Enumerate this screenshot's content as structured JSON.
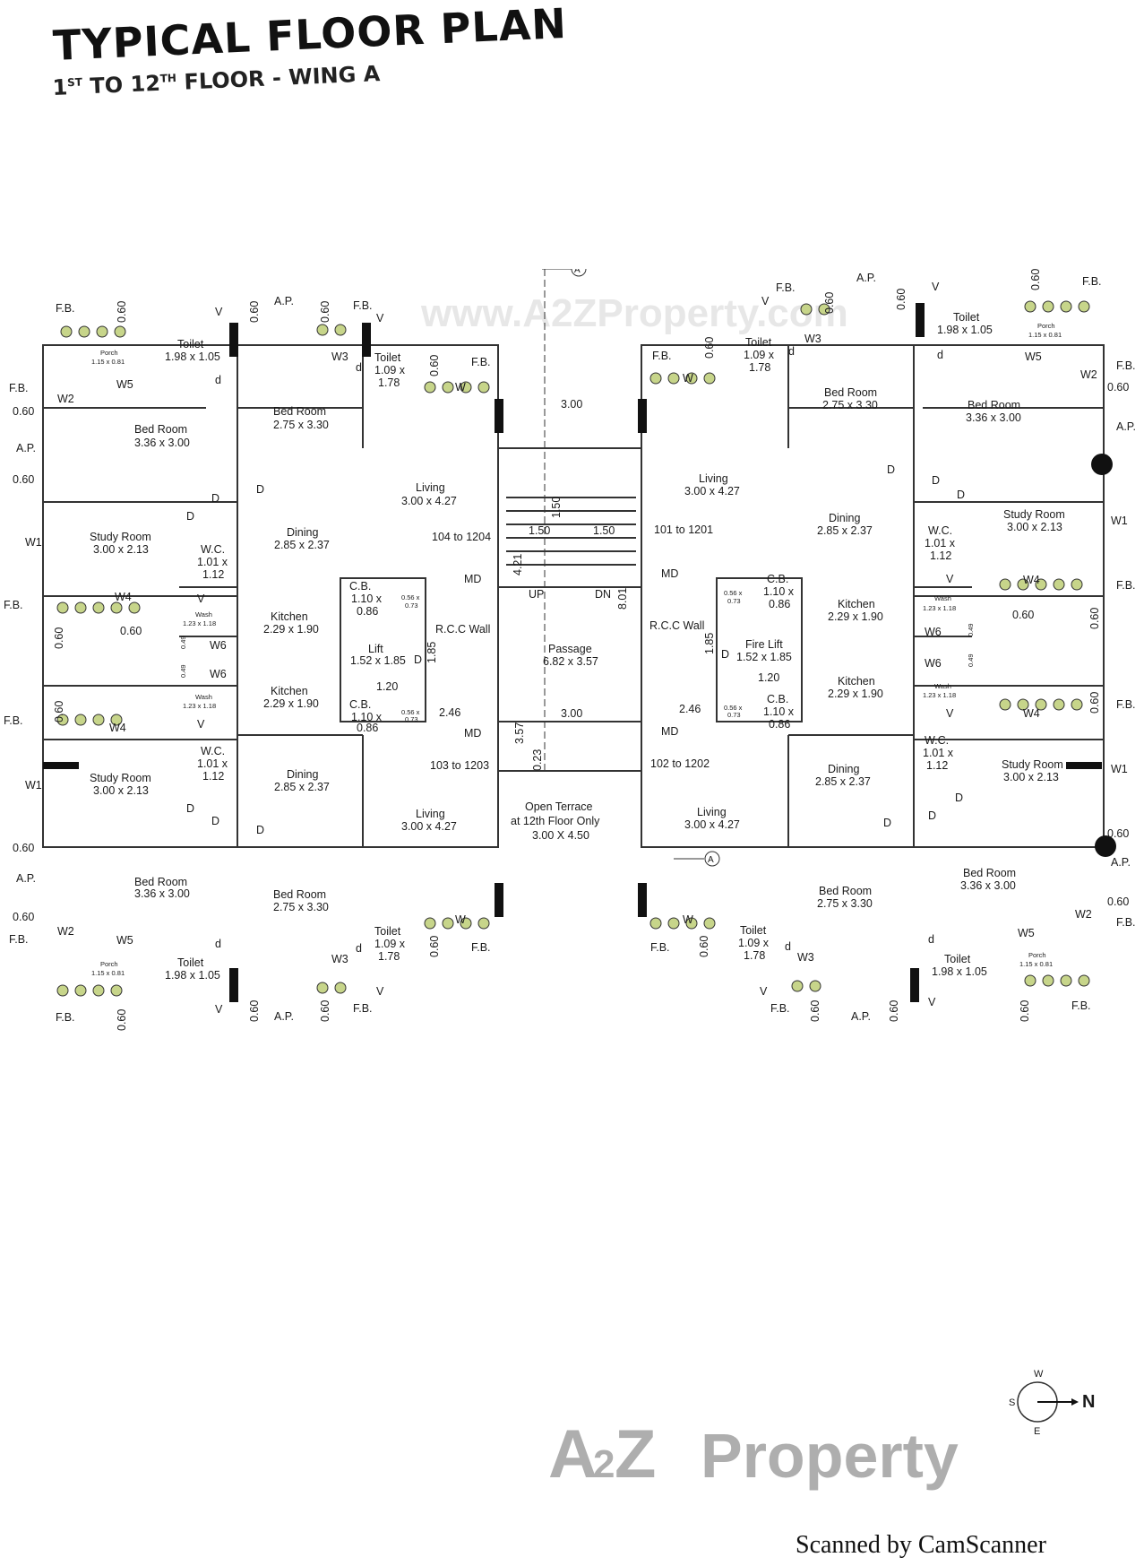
{
  "header": {
    "title": "TYPICAL FLOOR PLAN",
    "sub_prefix": "1",
    "sub_sup1": "ST",
    "sub_mid": " TO 12",
    "sub_sup2": "TH",
    "sub_rest": " FLOOR - WING A"
  },
  "watermark": "www.A2ZProperty.com",
  "logo": {
    "a": "A",
    "two": "2",
    "z": "Z",
    "property": "Property"
  },
  "footer": {
    "scanned": "Scanned by CamScanner"
  },
  "compass": {
    "w": "W",
    "s": "S",
    "e": "E",
    "n": "N"
  },
  "section_marker": "A",
  "colors": {
    "wall": "#111111",
    "line": "#333333",
    "planter": "#c7d58a",
    "logo_red": "#d9534f",
    "logo_green": "#8bc34a"
  },
  "plan": {
    "bedroom_336": "Bed Room",
    "bedroom_336_dim": "3.36 x 3.00",
    "bedroom_275": "Bed Room",
    "bedroom_275_dim": "2.75 x 3.30",
    "toilet": "Toilet",
    "toilet_198": "1.98 x 1.05",
    "toilet_109": "1.09 x",
    "toilet_178": "1.78",
    "porch": "Porch",
    "porch_dim": "1.15 x 0.81",
    "study": "Study Room",
    "study_dim": "3.00 x 2.13",
    "wc": "W.C.",
    "wc_101": "1.01 x",
    "wc_112": "1.12",
    "living": "Living",
    "living_dim": "3.00 x 4.27",
    "dining": "Dining",
    "dining_dim": "2.85 x 2.37",
    "kitchen": "Kitchen",
    "kitchen_dim": "2.29 x 1.90",
    "wash": "Wash",
    "wash_dim": "1.23 x 1.18",
    "lift": "Lift",
    "lift_dim": "1.52 x 1.85",
    "fire_lift": "Fire Lift",
    "cb": "C.B.",
    "cb_110": "1.10 x",
    "cb_086": "0.86",
    "rcc": "R.C.C Wall",
    "passage": "Passage",
    "passage_dim": "6.82 x 3.57",
    "terrace1": "Open Terrace",
    "terrace2": "at 12th Floor Only",
    "terrace3": "3.00 X 4.50",
    "unit_104": "104 to 1204",
    "unit_101": "101 to 1201",
    "unit_103": "103 to 1203",
    "unit_102": "102 to 1202",
    "up": "UP",
    "dn": "DN",
    "md": "MD",
    "fb": "F.B.",
    "ap": "A.P.",
    "v": "V",
    "d": "D",
    "dd": "d",
    "w1": "W1",
    "w2": "W2",
    "w3": "W3",
    "w4": "W4",
    "w5": "W5",
    "w6": "W6",
    "wlabel": "W",
    "d060": "0.60",
    "d300": "3.00",
    "d150": "1.50",
    "d421": "4.21",
    "d801": "8.01",
    "d357": "3.57",
    "d246": "2.46",
    "d023": "0.23",
    "d185": "1.85",
    "d120": "1.20",
    "d049": "0.49",
    "d056": "0.56 x",
    "d073": "0.73"
  }
}
